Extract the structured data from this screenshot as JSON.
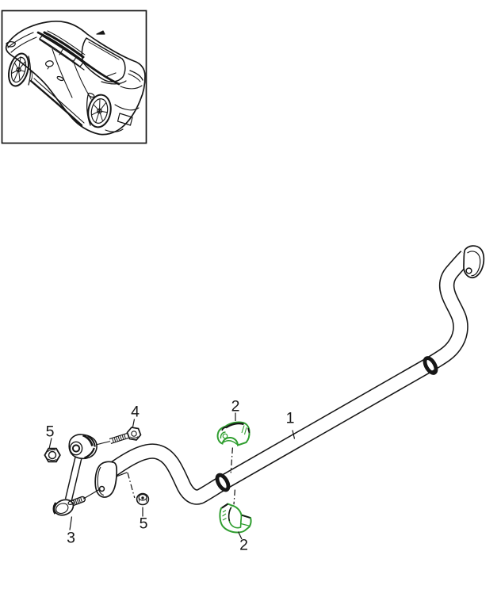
{
  "page": {
    "background": "#ffffff",
    "line_color": "#161616",
    "highlight_color": "#2f9e2f"
  },
  "vehicle_thumbnail": {
    "description": "porsche-panamera-rear-three-quarter-line-art"
  },
  "callouts": {
    "stabilizer_bar": "1",
    "bushing_upper": "2",
    "clamp_lower": "2",
    "stabilizer_link": "3",
    "bolt": "4",
    "nut_upper": "5",
    "nut_lower": "5"
  }
}
